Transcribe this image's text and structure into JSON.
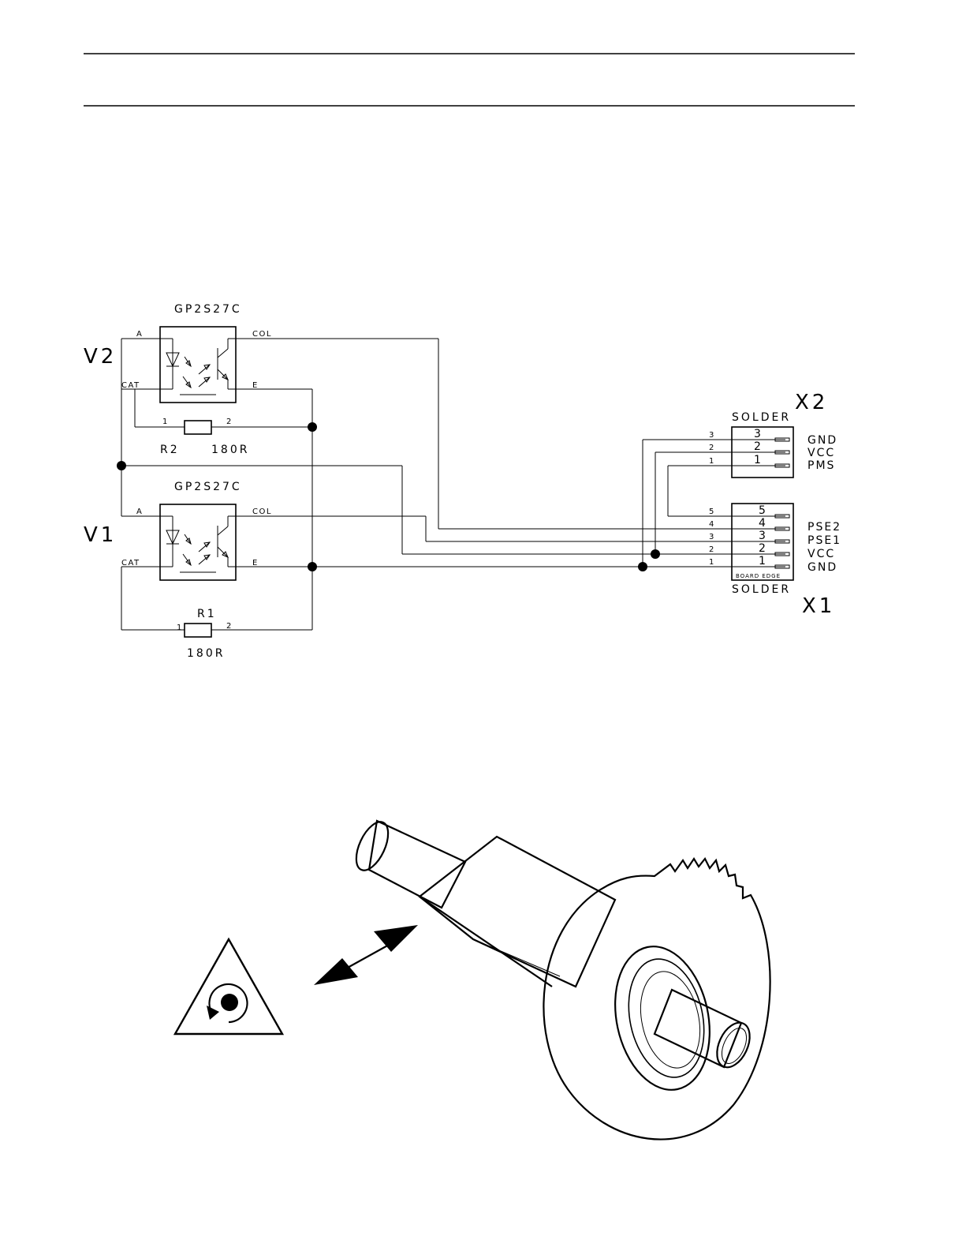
{
  "schematic": {
    "optocouplers": [
      {
        "ref": "V2",
        "part": "GP2S27C",
        "pins": {
          "anode": "A",
          "cathode": "CAT",
          "collector": "COL",
          "emitter": "E"
        }
      },
      {
        "ref": "V1",
        "part": "GP2S27C",
        "pins": {
          "anode": "A",
          "cathode": "CAT",
          "collector": "COL",
          "emitter": "E"
        }
      }
    ],
    "resistors": [
      {
        "ref": "R2",
        "value": "180R",
        "pin1": "1",
        "pin2": "2"
      },
      {
        "ref": "R1",
        "value": "180R",
        "pin1": "1",
        "pin2": "2"
      }
    ],
    "connectors": {
      "x2": {
        "ref": "X2",
        "side_label": "SOLDER",
        "pins": [
          {
            "wire": "3",
            "num": "3",
            "signal": "GND"
          },
          {
            "wire": "2",
            "num": "2",
            "signal": "VCC"
          },
          {
            "wire": "1",
            "num": "1",
            "signal": "PMS"
          }
        ]
      },
      "x1": {
        "ref": "X1",
        "side_label": "SOLDER",
        "edge_label": "BOARD EDGE",
        "pins": [
          {
            "wire": "5",
            "num": "5",
            "signal": ""
          },
          {
            "wire": "4",
            "num": "4",
            "signal": "PSE2"
          },
          {
            "wire": "3",
            "num": "3",
            "signal": "PSE1"
          },
          {
            "wire": "2",
            "num": "2",
            "signal": "VCC"
          },
          {
            "wire": "1",
            "num": "1",
            "signal": "GND"
          }
        ]
      }
    }
  },
  "illustration": {
    "icon": "rotation-warning-triangle-icon",
    "arrow": "double-headed-arrow-icon",
    "part": "shaft-with-encoder-wheel"
  }
}
